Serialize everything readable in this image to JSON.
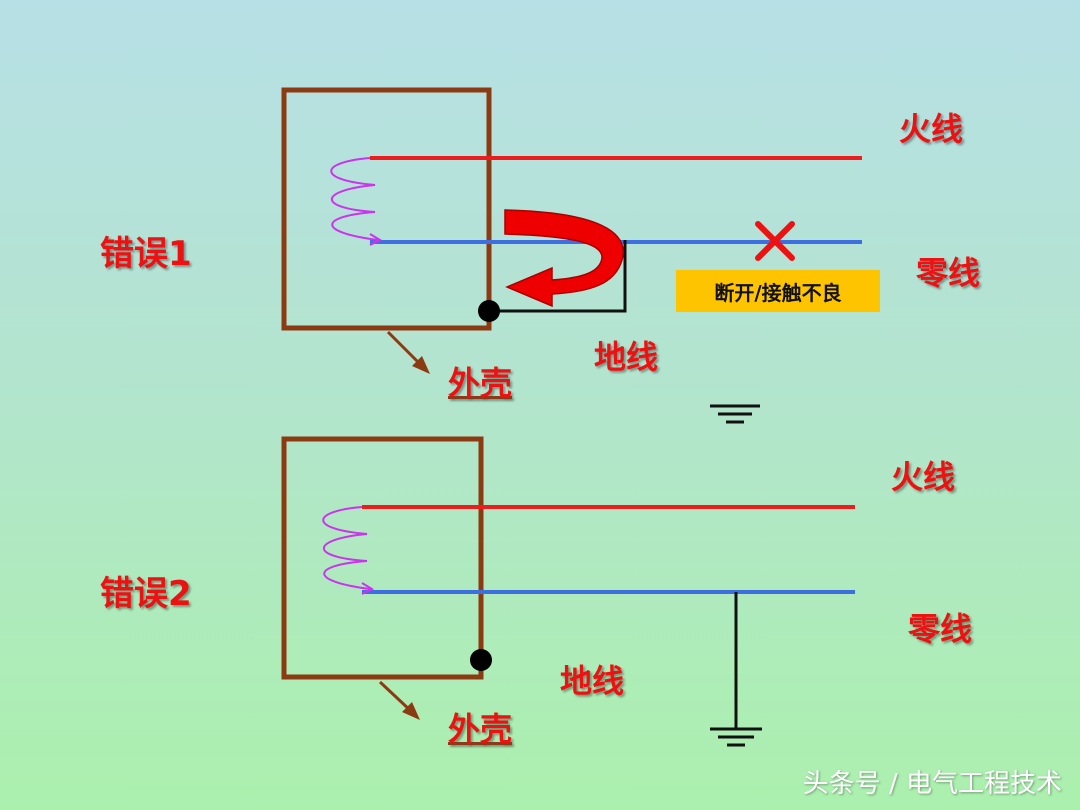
{
  "colors": {
    "live_wire": "#ee1c1c",
    "neutral_wire": "#3d6fe0",
    "enclosure": "#8b3a12",
    "coil": "#cc33ee",
    "label_red": "#ee1111",
    "callout_bg": "#ffc400"
  },
  "diagram1": {
    "title": "错误1",
    "live_label": "火线",
    "neutral_label": "零线",
    "ground_label": "地线",
    "shell_label": "外壳",
    "fault_note": "断开/接触不良"
  },
  "diagram2": {
    "title": "错误2",
    "live_label": "火线",
    "neutral_label": "零线",
    "ground_label": "地线",
    "shell_label": "外壳"
  },
  "icons": {
    "fault_mark": "x-mark-icon",
    "ground": "ground-symbol-icon",
    "current_flow": "curved-arrow-icon"
  },
  "watermark": "头条号 / 电气工程技术"
}
